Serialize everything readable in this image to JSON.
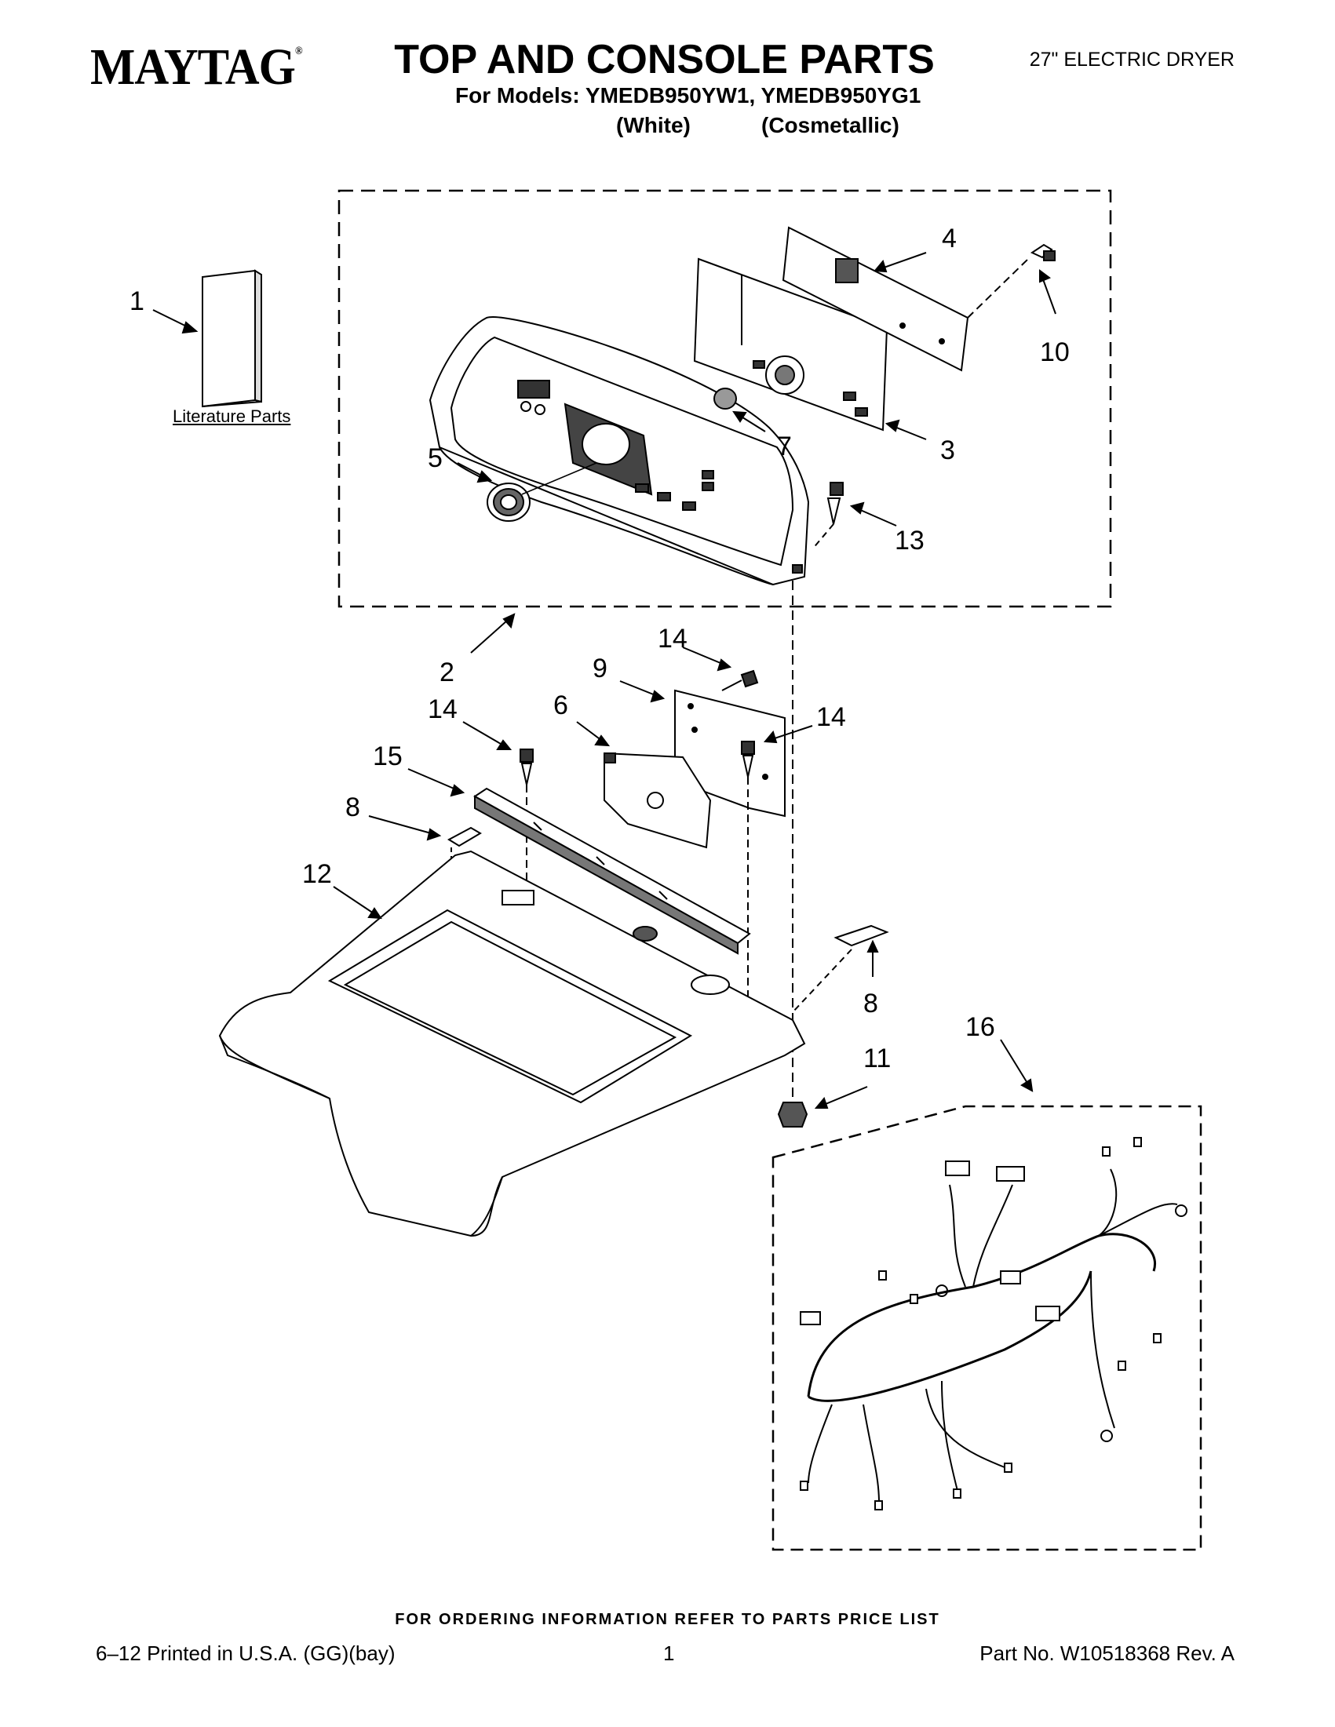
{
  "header": {
    "brand": "MAYTAG",
    "brand_mark": "®",
    "title": "TOP AND CONSOLE PARTS",
    "models_line": "For Models: YMEDB950YW1, YMEDB950YG1",
    "color1": "(White)",
    "color2": "(Cosmetallic)",
    "product": "27\" ELECTRIC DRYER"
  },
  "diagram": {
    "literature_label": "Literature Parts",
    "callouts": [
      "1",
      "2",
      "3",
      "4",
      "5",
      "6",
      "7",
      "8",
      "8",
      "9",
      "10",
      "11",
      "12",
      "13",
      "14",
      "14",
      "14",
      "15",
      "16"
    ]
  },
  "footer": {
    "ordering": "FOR ORDERING INFORMATION REFER TO PARTS PRICE LIST",
    "printed": "6–12 Printed in U.S.A. (GG)(bay)",
    "page": "1",
    "part_no": "Part No. W10518368 Rev. A"
  }
}
